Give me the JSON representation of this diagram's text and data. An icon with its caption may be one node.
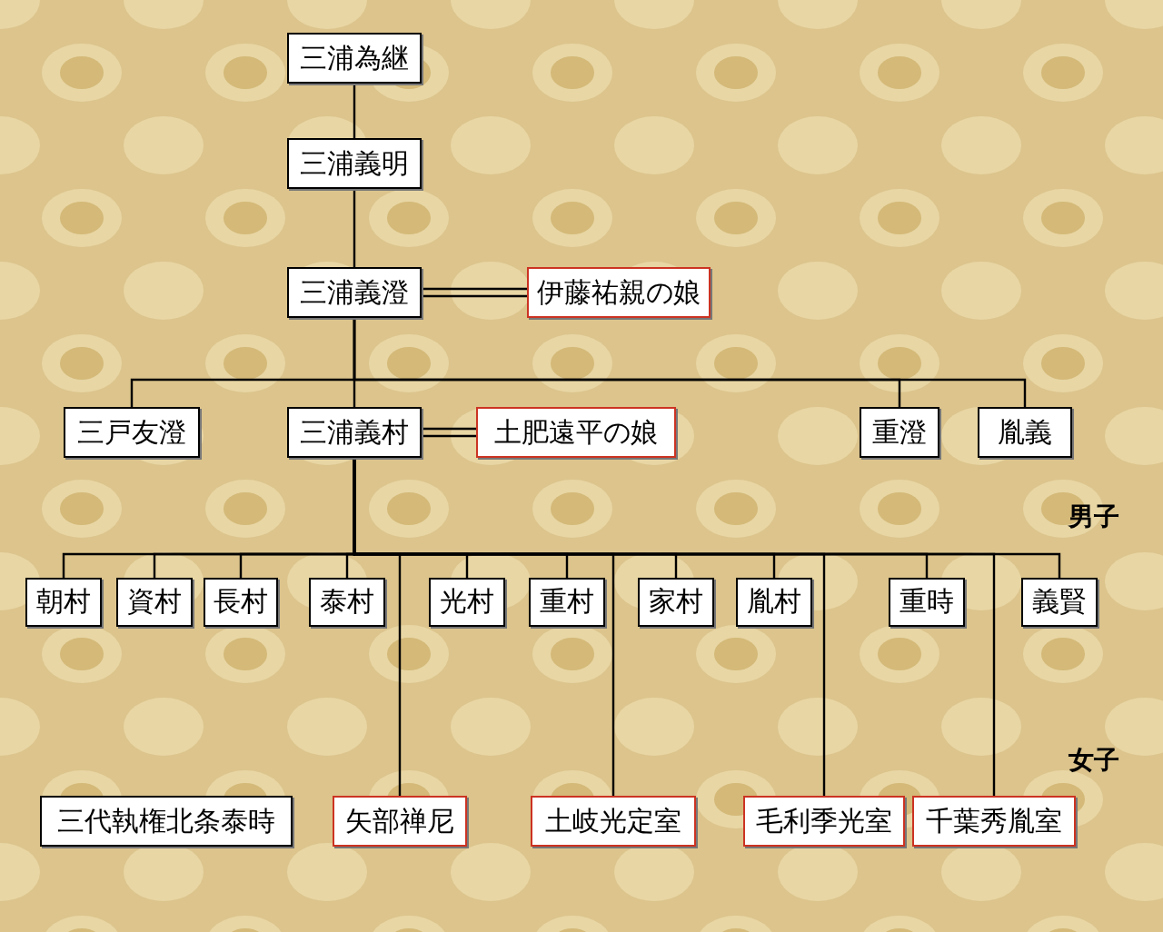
{
  "diagram": {
    "nodes": [
      {
        "text": [
          "三浦為継"
        ]
      },
      {
        "text": [
          "三浦義明"
        ]
      },
      {
        "text": [
          "三浦義澄"
        ]
      },
      {
        "text": [
          "伊藤祐親の娘"
        ]
      },
      {
        "text": [
          "三戸友澄"
        ]
      },
      {
        "text": [
          "三浦義村"
        ]
      },
      {
        "text": [
          "土肥遠平の娘"
        ]
      },
      {
        "text": [
          "重澄"
        ]
      },
      {
        "text": [
          "胤義"
        ]
      },
      {
        "text": [
          "朝村"
        ]
      },
      {
        "text": [
          "資村"
        ]
      },
      {
        "text": [
          "長村"
        ]
      },
      {
        "text": [
          "泰村"
        ]
      },
      {
        "text": [
          "光村"
        ]
      },
      {
        "text": [
          "重村"
        ]
      },
      {
        "text": [
          "家村"
        ]
      },
      {
        "text": [
          "胤村"
        ]
      },
      {
        "text": [
          "重時"
        ]
      },
      {
        "text": [
          "義賢"
        ]
      },
      {
        "text": [
          "三代執権北条泰時"
        ]
      },
      {
        "text": [
          "矢部禅尼"
        ]
      },
      {
        "text": [
          "土岐光定室"
        ]
      },
      {
        "text": [
          "毛利季光室"
        ]
      },
      {
        "text": [
          "千葉秀胤室"
        ]
      }
    ],
    "edges": [
      {
        "from": 0,
        "to": 1,
        "arrow": "none"
      },
      {
        "from": 1,
        "to": 2,
        "arrow": "none"
      },
      {
        "from": 2,
        "to": 3,
        "arrow": "none"
      },
      {
        "from": 2,
        "to": 4,
        "arrow": "none"
      },
      {
        "from": 2,
        "to": 5,
        "arrow": "none"
      },
      {
        "from": 2,
        "to": 7,
        "arrow": "none"
      },
      {
        "from": 2,
        "to": 8,
        "arrow": "none"
      },
      {
        "from": 5,
        "to": 6,
        "arrow": "none"
      },
      {
        "from": 5,
        "to": 9,
        "arrow": "none"
      },
      {
        "from": 5,
        "to": 10,
        "arrow": "none"
      },
      {
        "from": 5,
        "to": 11,
        "arrow": "none"
      },
      {
        "from": 5,
        "to": 12,
        "arrow": "none"
      },
      {
        "from": 5,
        "to": 13,
        "arrow": "none"
      },
      {
        "from": 5,
        "to": 14,
        "arrow": "none"
      },
      {
        "from": 5,
        "to": 15,
        "arrow": "none"
      },
      {
        "from": 5,
        "to": 16,
        "arrow": "none"
      },
      {
        "from": 5,
        "to": 17,
        "arrow": "none"
      },
      {
        "from": 5,
        "to": 18,
        "arrow": "none"
      },
      {
        "from": 5,
        "to": 20,
        "arrow": "none"
      },
      {
        "from": 5,
        "to": 21,
        "arrow": "none"
      },
      {
        "from": 5,
        "to": 22,
        "arrow": "none"
      },
      {
        "from": 5,
        "to": 23,
        "arrow": "none"
      }
    ],
    "labels": [
      "男子",
      "女子"
    ]
  }
}
